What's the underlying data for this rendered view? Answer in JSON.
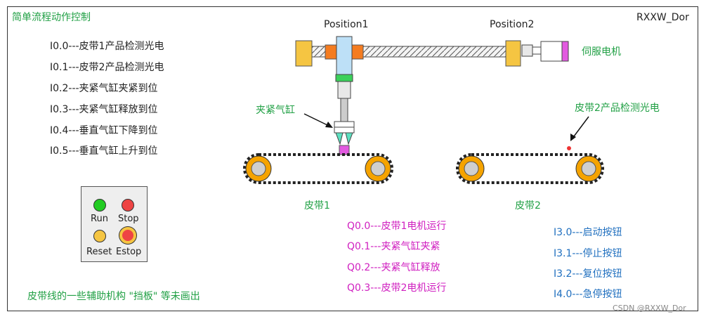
{
  "title": "简单流程动作控制",
  "watermark_top": "RXXW_Dor",
  "footer_credit": "CSDN @RXXW_Dor",
  "inputs": [
    "I0.0---皮带1产品检测光电",
    "I0.1---皮带2产品检测光电",
    "I0.2---夹紧气缸夹紧到位",
    "I0.3---夹紧气缸释放到位",
    "I0.4---垂直气缸下降到位",
    "I0.5---垂直气缸上升到位"
  ],
  "control_panel": {
    "run_label": "Run",
    "stop_label": "Stop",
    "reset_label": "Reset",
    "estop_label": "Estop",
    "colors": {
      "run": "#22cc22",
      "stop": "#ee4444",
      "reset": "#f5c542",
      "estop": "#ee4444"
    }
  },
  "note": "皮带线的一些辅助机构 \"挡板\" 等未画出",
  "diagram": {
    "position1": "Position1",
    "position2": "Position2",
    "servo_motor": "伺服电机",
    "clamp_cylinder": "夹紧气缸",
    "belt2_sensor": "皮带2产品检测光电",
    "belt1": "皮带1",
    "belt2": "皮带2"
  },
  "outputs": [
    "Q0.0---皮带1电机运行",
    "Q0.1---夹紧气缸夹紧",
    "Q0.2---夹紧气缸释放",
    "Q0.3---皮带2电机运行"
  ],
  "buttons_io": [
    "I3.0---启动按钮",
    "I3.1---停止按钮",
    "I3.2---复位按钮",
    "I4.0---急停按钮"
  ]
}
